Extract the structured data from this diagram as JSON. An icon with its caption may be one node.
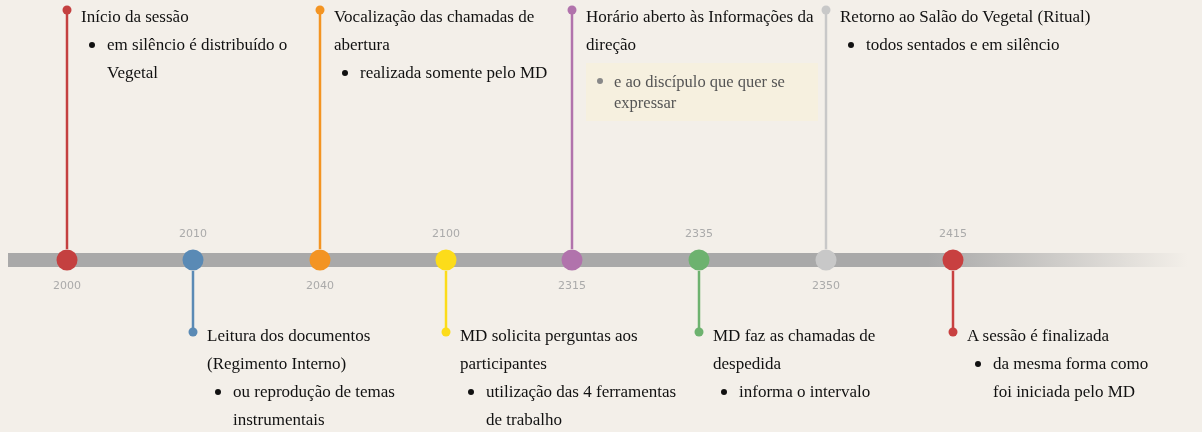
{
  "diagram": {
    "nodes": [
      {
        "text": [
          "Início da sessão",
          "em silêncio é distribuído o Vegetal"
        ]
      },
      {
        "text": [
          "Leitura dos documentos (Regimento Interno)",
          "ou reprodução de temas instrumentais"
        ]
      },
      {
        "text": [
          "Vocalização das chamadas de abertura",
          "realizada somente pelo MD"
        ]
      },
      {
        "text": [
          "MD solicita perguntas aos participantes",
          "utilização das 4 ferramentas de trabalho"
        ]
      },
      {
        "text": [
          "Horário aberto às Informações da direção",
          "e ao discípulo que quer se expressar"
        ]
      },
      {
        "text": [
          "MD faz as chamadas de despedida",
          "informa o intervalo"
        ]
      },
      {
        "text": [
          "Retorno ao Salão do Vegetal (Ritual)",
          "todos sentados e em silêncio"
        ]
      },
      {
        "text": [
          "A sessão é finalizada",
          "da mesma forma como foi iniciada pelo MD"
        ]
      },
      {
        "text": [],
        "shape": "circle",
        "beside": [
          "2000"
        ]
      },
      {
        "text": [],
        "shape": "circle",
        "beside": [
          "2010"
        ]
      },
      {
        "text": [],
        "shape": "circle",
        "beside": [
          "2040"
        ]
      },
      {
        "text": [],
        "shape": "circle",
        "beside": [
          "2100"
        ]
      },
      {
        "text": [],
        "shape": "circle",
        "beside": [
          "2315"
        ]
      },
      {
        "text": [],
        "shape": "circle",
        "beside": [
          "2335"
        ]
      },
      {
        "text": [],
        "shape": "circle",
        "beside": [
          "2350"
        ]
      },
      {
        "text": [],
        "shape": "circle",
        "beside": [
          "2415"
        ]
      },
      {
        "text": [],
        "shape": "bar"
      }
    ],
    "edges": [
      {
        "from": 0,
        "to": 8,
        "arrow": "other",
        "color": "#c44040"
      },
      {
        "from": 1,
        "to": 9,
        "arrow": "other",
        "color": "#5a8ab5"
      },
      {
        "from": 2,
        "to": 10,
        "arrow": "other",
        "color": "#f39422"
      },
      {
        "from": 3,
        "to": 11,
        "arrow": "other",
        "color": "#fcdc1a"
      },
      {
        "from": 4,
        "to": 12,
        "arrow": "other",
        "color": "#b173ac"
      },
      {
        "from": 5,
        "to": 13,
        "arrow": "other",
        "color": "#6db26f"
      },
      {
        "from": 6,
        "to": 14,
        "arrow": "other",
        "color": "#c8c8c8"
      },
      {
        "from": 7,
        "to": 15,
        "arrow": "other",
        "color": "#c84040"
      }
    ]
  }
}
